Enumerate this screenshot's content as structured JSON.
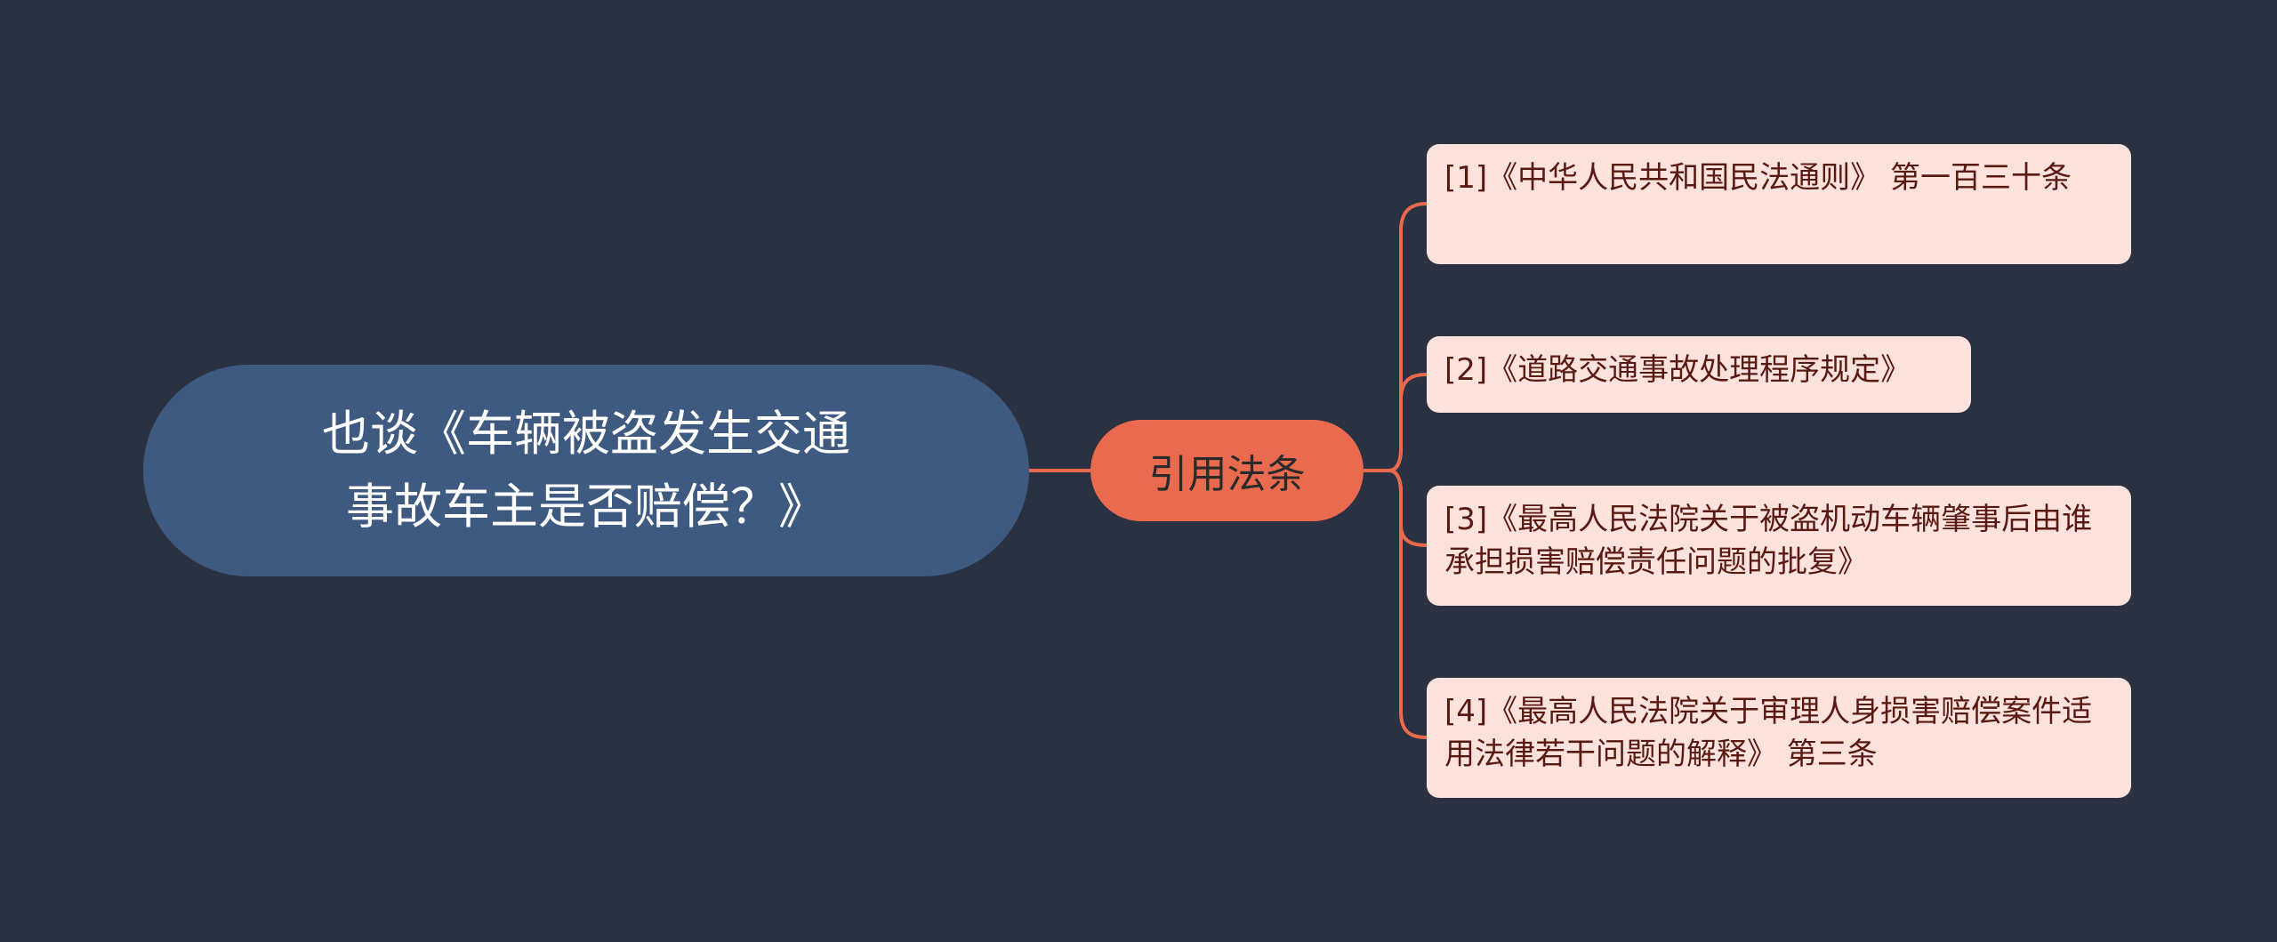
{
  "root": {
    "line1": "也谈《车辆被盗发生交通",
    "line2": "事故车主是否赔偿？》"
  },
  "branch": {
    "label": "引用法条"
  },
  "leaves": [
    "[1]《中华人民共和国民法通则》 第一百三十条",
    "[2]《道路交通事故处理程序规定》",
    "[3]《最高人民法院关于被盗机动车辆肇事后由谁承担损害赔偿责任问题的批复》",
    "[4]《最高人民法院关于审理人身损害赔偿案件适用法律若干问题的解释》 第三条"
  ],
  "colors": {
    "background": "#2a3141",
    "root": "#3f5a80",
    "branch": "#ea6a4f",
    "leaf": "#fce2dc",
    "connector": "#ea6a4f"
  }
}
